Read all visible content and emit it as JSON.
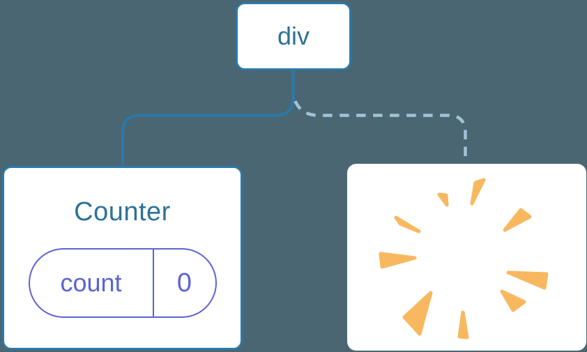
{
  "colors": {
    "background": "#4a6672",
    "node_fill": "#ffffff",
    "node_border": "#2b79a8",
    "heading_text": "#2e7295",
    "state_border": "#5b63d6",
    "state_text": "#5b63d6",
    "dashed_link": "#a0c3d7",
    "poof_orange": "#f8b85f"
  },
  "tree": {
    "root": {
      "label": "div"
    },
    "children": [
      {
        "title": "Counter",
        "state": {
          "key": "count",
          "value": "0"
        },
        "link_style": "solid"
      },
      {
        "icon": "poof-starburst-icon",
        "link_style": "dashed"
      }
    ]
  }
}
